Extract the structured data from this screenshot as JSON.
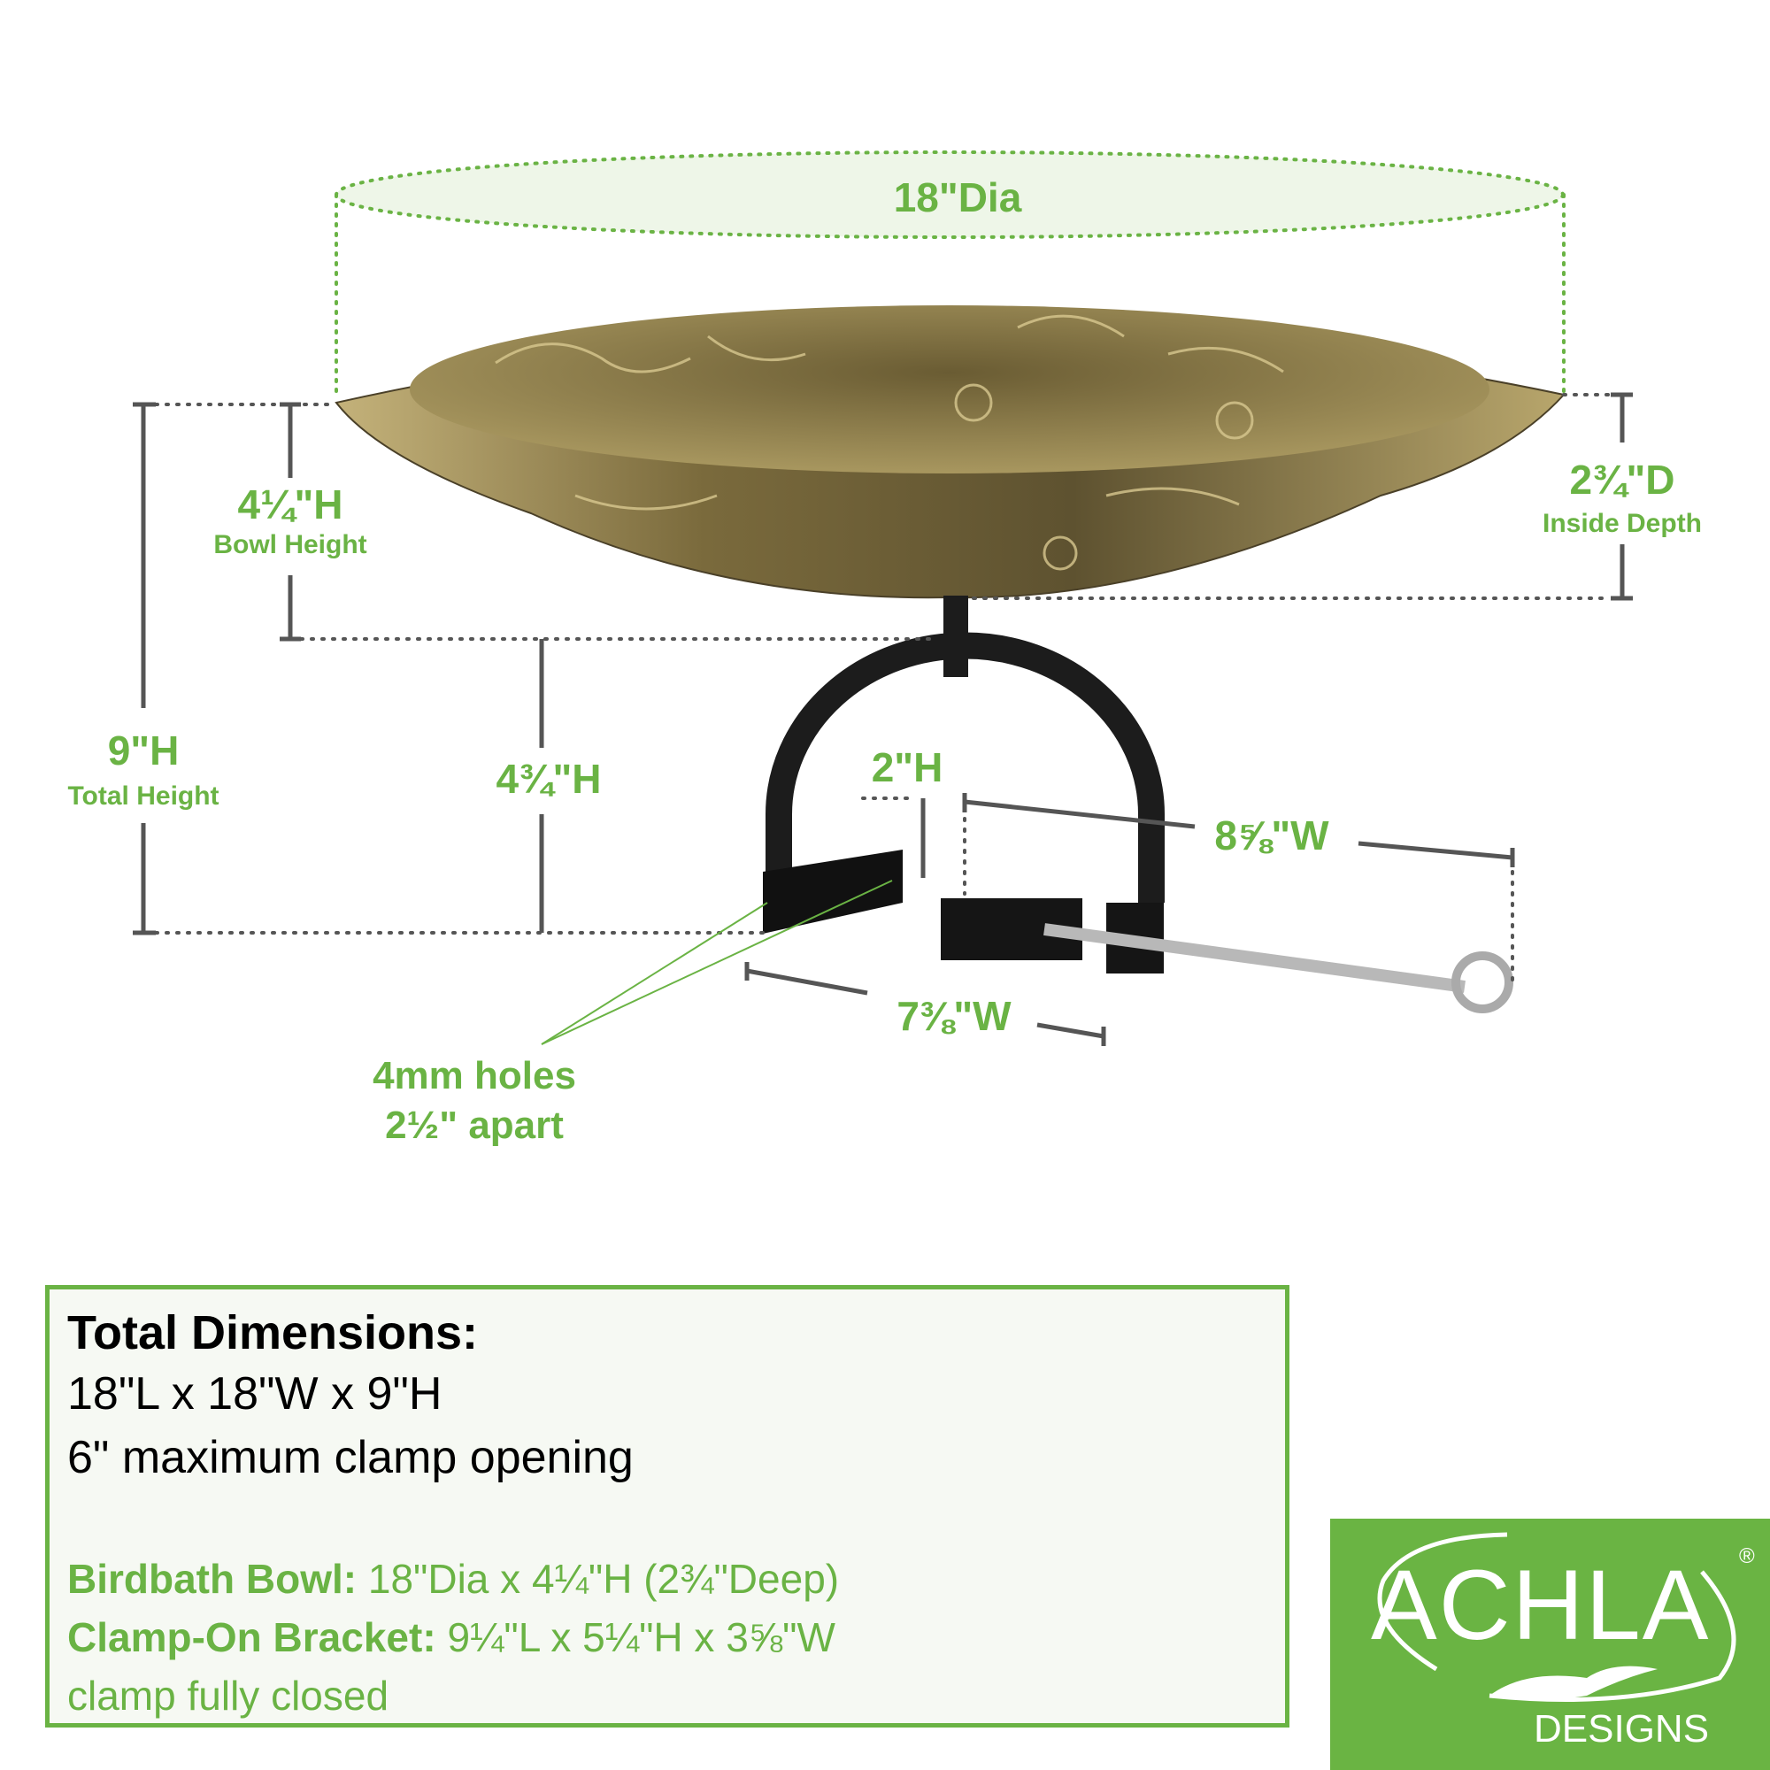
{
  "colors": {
    "accent": "#6ab344",
    "dimension_line": "#555555",
    "bracket": "#1a1a1a",
    "bowl": "#8a7a4a"
  },
  "dimensions": {
    "diameter": "18\"Dia",
    "bowl_height": {
      "value": "4¼\"H",
      "caption": "Bowl Height"
    },
    "total_height": {
      "value": "9\"H",
      "caption": "Total Height"
    },
    "inside_depth": {
      "value": "2¾\"D",
      "caption": "Inside Depth"
    },
    "stand_height": "4¾\"H",
    "clamp_height": "2\"H",
    "clamp_width_open": "8⅝\"W",
    "bracket_width": "7⅜\"W",
    "holes": {
      "line1": "4mm holes",
      "line2": "2½\" apart"
    }
  },
  "info_box": {
    "title": "Total Dimensions:",
    "overall": "18\"L x 18\"W x 9\"H",
    "clamp_opening": "6\" maximum clamp opening",
    "bowl_label": "Birdbath Bowl:",
    "bowl_value": "18\"Dia x 4¼\"H (2¾\"Deep)",
    "bracket_label": "Clamp-On Bracket:",
    "bracket_value": "9¼\"L  x 5¼\"H x 3⅝\"W",
    "bracket_note": "clamp fully closed"
  },
  "logo": {
    "word": "ACHLA",
    "sub": "DESIGNS",
    "mark": "®"
  }
}
